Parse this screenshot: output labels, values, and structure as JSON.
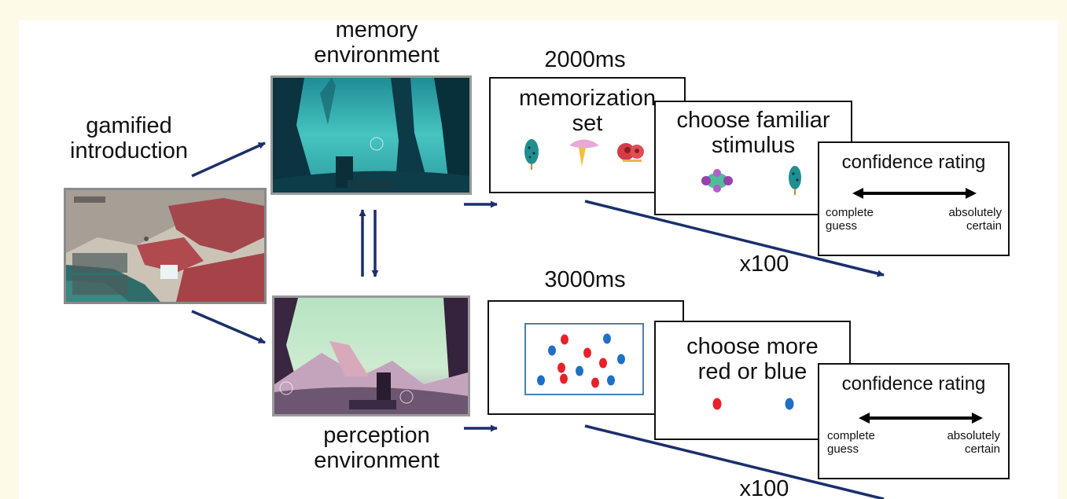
{
  "labels": {
    "intro": "gamified\nintroduction",
    "memory_env": "memory\nenvironment",
    "perception_env": "perception\nenvironment"
  },
  "memory_task": {
    "duration": "2000ms",
    "card1_title": "memorization\nset",
    "card2_title": "choose familiar\nstimulus",
    "confidence_title": "confidence rating",
    "scale_low": "complete\nguess",
    "scale_high": "absolutely\ncertain",
    "repeats": "x100"
  },
  "perception_task": {
    "duration": "3000ms",
    "card2_title": "choose more\nred or blue",
    "confidence_title": "confidence rating",
    "scale_low": "complete\nguess",
    "scale_high": "absolutely\ncertain",
    "repeats": "x100"
  },
  "colors": {
    "arrow": "#1b2f6b",
    "dot_red": "#e8202a",
    "dot_blue": "#1f6fc4",
    "forest_teal": "#3fb7b4",
    "perception_green": "#c7e8cf"
  }
}
